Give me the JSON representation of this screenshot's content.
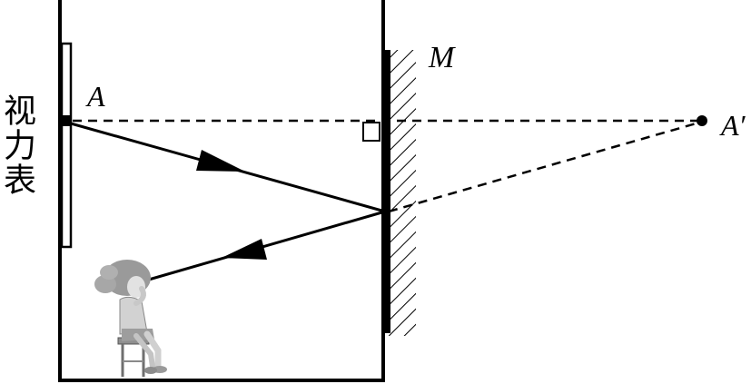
{
  "labels": {
    "chart_side": "视力表",
    "point_a": "A",
    "point_a_image": "A′",
    "mirror": "M"
  },
  "colors": {
    "ink": "#000000",
    "background": "#ffffff",
    "figure_gray": "#9a9a9a"
  }
}
